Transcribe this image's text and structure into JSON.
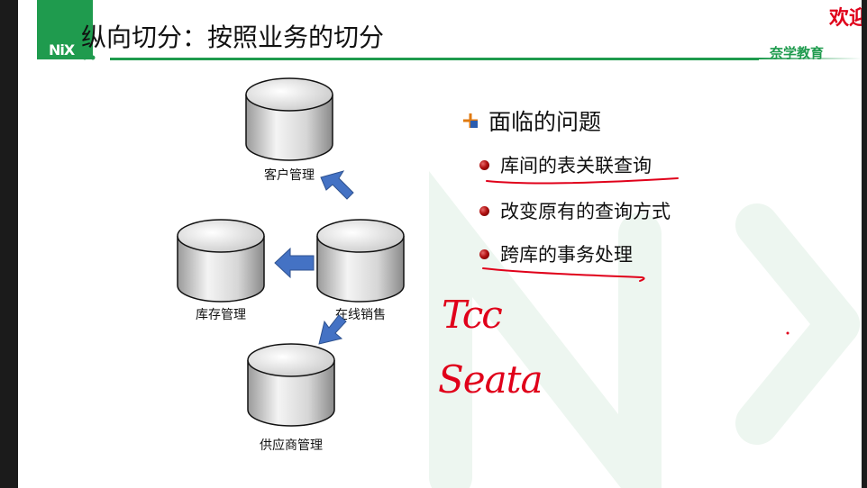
{
  "header": {
    "title": "纵向切分：按照业务的切分",
    "logo_text": "NiX",
    "brand": "奈学教育",
    "welcome": "欢迎"
  },
  "diagram": {
    "databases": [
      {
        "name": "customer",
        "label": "客户管理"
      },
      {
        "name": "inventory",
        "label": "库存管理"
      },
      {
        "name": "online-sales",
        "label": "在线销售"
      },
      {
        "name": "supplier",
        "label": "供应商管理"
      }
    ]
  },
  "content": {
    "heading": "面临的问题",
    "items": [
      "库间的表关联查询",
      "改变原有的查询方式",
      "跨库的事务处理"
    ]
  },
  "handwriting": {
    "notes": [
      "Tcc",
      "Seata"
    ]
  },
  "colors": {
    "brand_green": "#1f9b4e",
    "annotation_red": "#e0001a",
    "arrow_blue": "#4472c4"
  }
}
